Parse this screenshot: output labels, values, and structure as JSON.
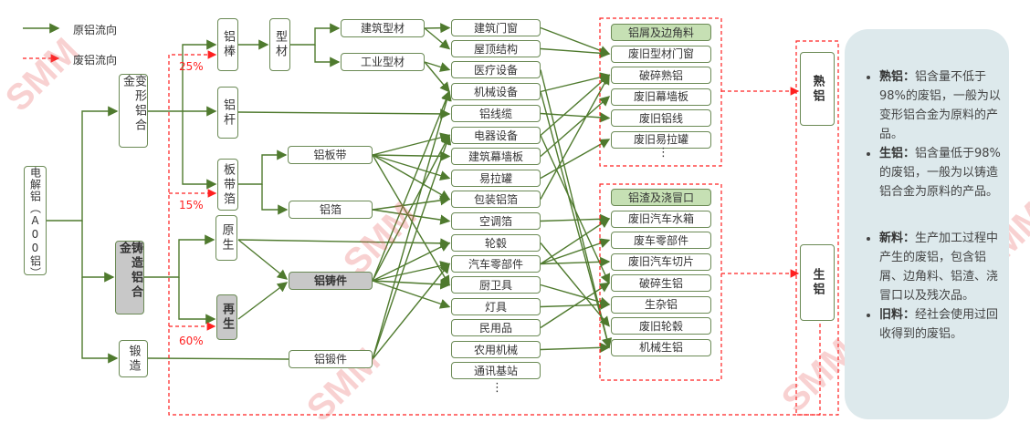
{
  "legend": {
    "primary": "原铝流向",
    "scrap": "废铝流向"
  },
  "source": "电解铝（A00铝）",
  "alloys": {
    "wrought": "变形铝合金",
    "cast": "铸造铝合金",
    "forging": "锻造"
  },
  "semi": {
    "rod": "铝棒",
    "wire_rod": "铝杆",
    "sheet_foil": "板带箔",
    "primary": "原生",
    "secondary": "再生",
    "profile": "型材"
  },
  "profiles": {
    "building": "建筑型材",
    "industrial": "工业型材"
  },
  "intermediates": {
    "sheet": "铝板带",
    "foil": "铝箔",
    "casting": "铝铸件",
    "forging": "铝锻件"
  },
  "percentages": {
    "rod": "25%",
    "sheet_foil": "15%",
    "secondary": "60%"
  },
  "products": [
    "建筑门窗",
    "屋顶结构",
    "医疗设备",
    "机械设备",
    "铝线缆",
    "电器设备",
    "建筑幕墙板",
    "易拉罐",
    "包装铝箔",
    "空调箔",
    "轮毂",
    "汽车零部件",
    "厨卫具",
    "灯具",
    "民用品",
    "农用机械",
    "通讯基站"
  ],
  "ellipsis": "⋮",
  "scrap_wrought": {
    "header": "铝屑及边角料",
    "items": [
      "废旧型材门窗",
      "破碎熟铝",
      "废旧幕墙板",
      "废旧铝线",
      "废旧易拉罐"
    ]
  },
  "scrap_cast": {
    "header": "铝渣及浇冒口",
    "items": [
      "废旧汽车水箱",
      "废车零部件",
      "废旧汽车切片",
      "破碎生铝",
      "生杂铝",
      "废旧轮毂",
      "机械生铝"
    ]
  },
  "outputs": {
    "wrought_scrap": "熟铝",
    "cast_scrap": "生铝"
  },
  "notes": [
    {
      "term": "熟铝：",
      "text": "铝含量不低于98%的废铝，一般为以变形铝合金为原料的产品。"
    },
    {
      "term": "生铝：",
      "text": "铝含量低于98%的废铝，一般为以铸造铝合金为原料的产品。"
    },
    {
      "term": "新料：",
      "text": "生产加工过程中产生的废铝，包含铝屑、边角料、铝渣、浇冒口以及残次品。"
    },
    {
      "term": "旧料：",
      "text": "经社会使用过回收得到的废铝。"
    }
  ],
  "watermark": "SMM",
  "colors": {
    "primary_line": "#4f7a2e",
    "scrap_line": "#ff2020",
    "panel": "#dde9ec",
    "header_fill": "#c6e0b4",
    "gray_fill": "#c8c8c8"
  }
}
